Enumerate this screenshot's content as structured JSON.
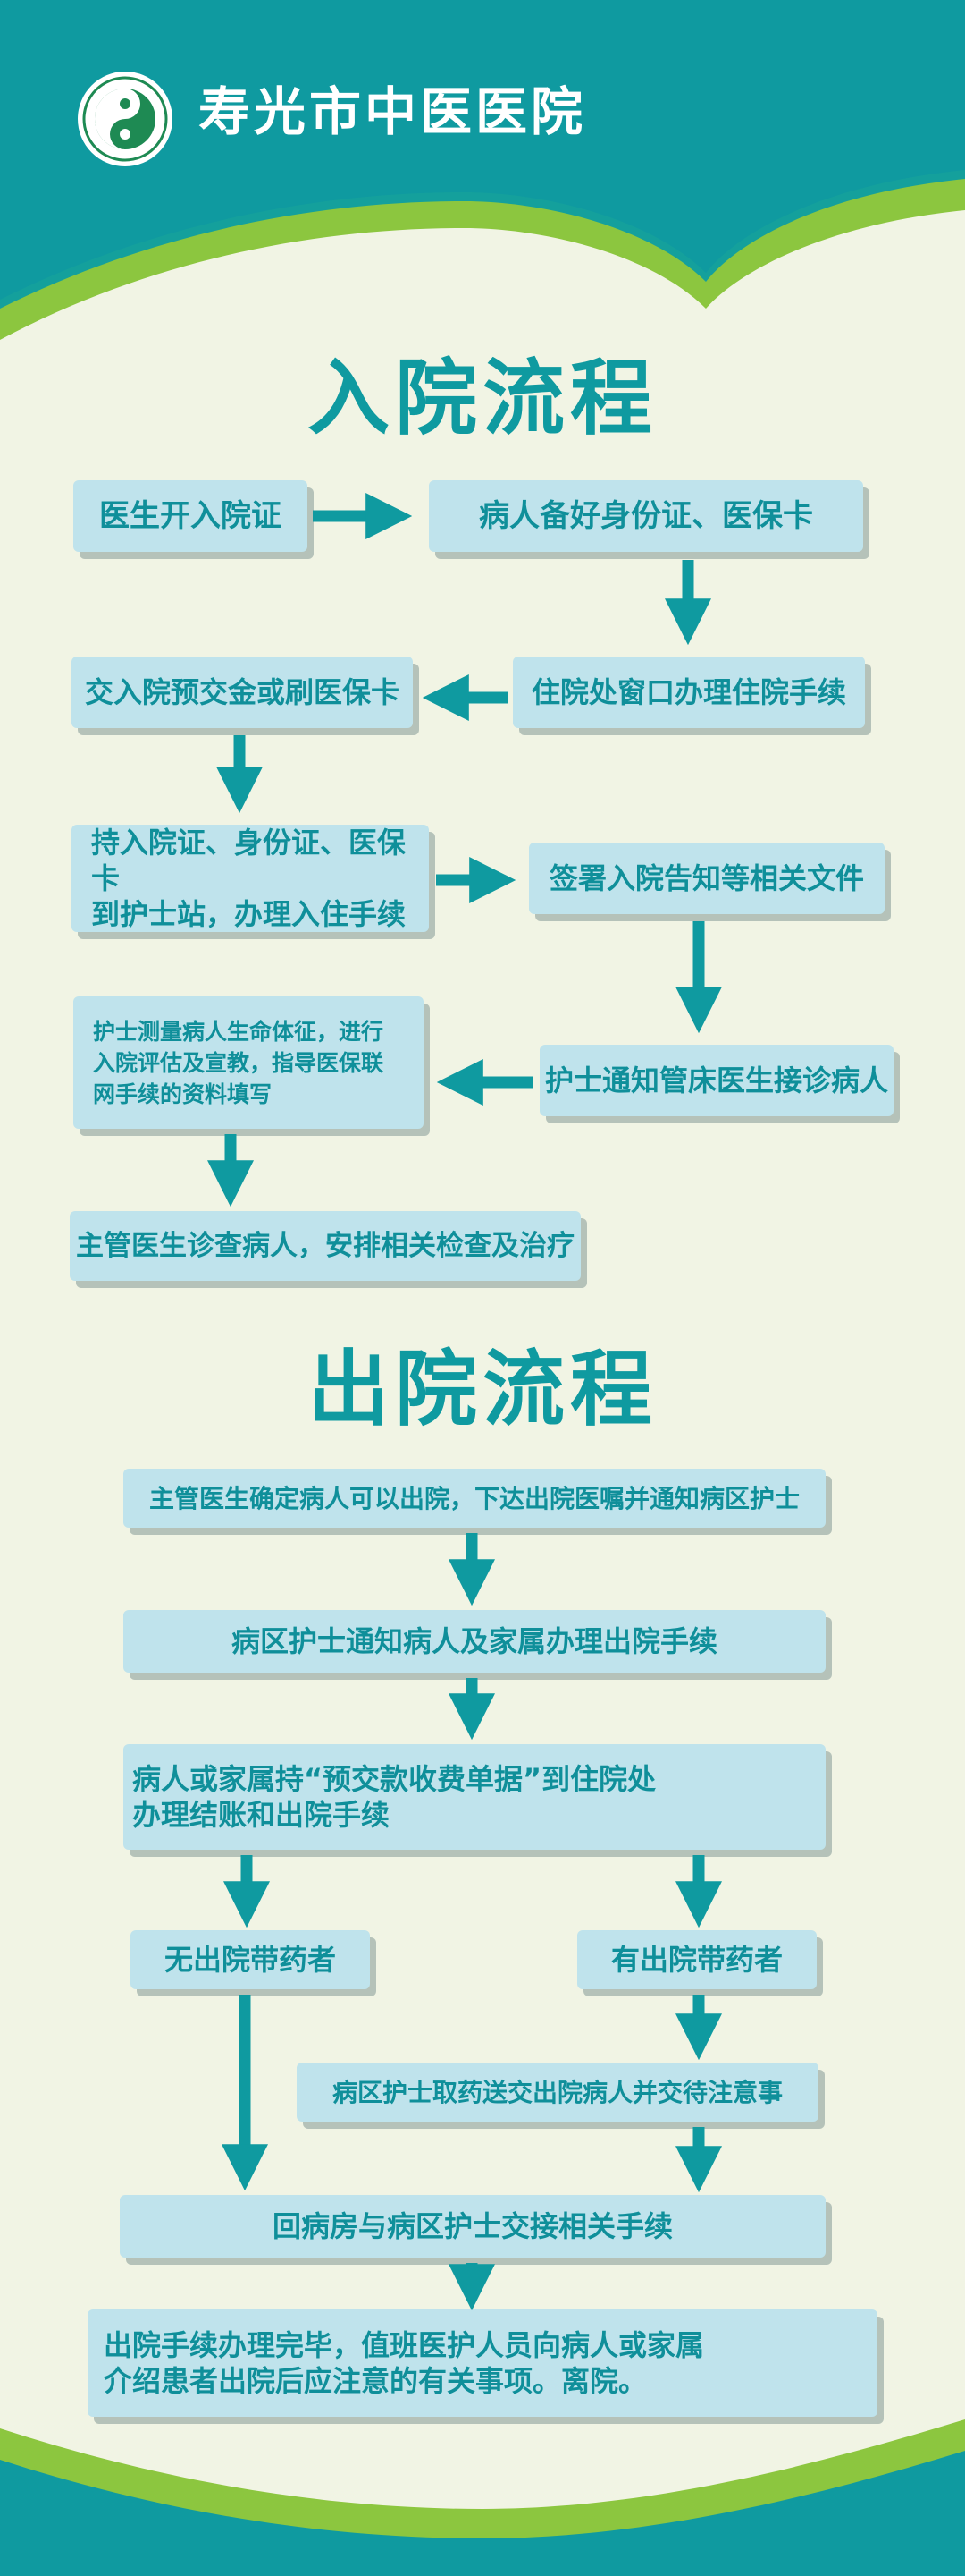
{
  "header": {
    "hospital_name": "寿光市中医医院"
  },
  "admission": {
    "title": "入院流程",
    "steps": [
      "医生开入院证",
      "病人备好身份证、医保卡",
      "住院处窗口办理住院手续",
      "交入院预交金或刷医保卡",
      "持入院证、身份证、医保卡\n到护士站，办理入住手续",
      "签署入院告知等相关文件",
      "护士通知管床医生接诊病人",
      "护士测量病人生命体征，进行\n入院评估及宣教，指导医保联\n网手续的资料填写",
      "主管医生诊查病人，安排相关检查及治疗"
    ]
  },
  "discharge": {
    "title": "出院流程",
    "steps": [
      "主管医生确定病人可以出院，下达出院医嘱并通知病区护士",
      "病区护士通知病人及家属办理出院手续",
      "病人或家属持“预交款收费单据”到住院处\n办理结账和出院手续",
      "无出院带药者",
      "有出院带药者",
      "病区护士取药送交出院病人并交待注意事",
      "回病房与病区护士交接相关手续",
      "出院手续办理完毕，值班医护人员向病人或家属\n介绍患者出院后应注意的有关事项。离院。"
    ]
  },
  "colors": {
    "teal": "#0f9aa0",
    "box": "#bfe3ec",
    "text": "#0f8f9a",
    "green": "#8cc63f",
    "background": "#f1f4e4"
  }
}
